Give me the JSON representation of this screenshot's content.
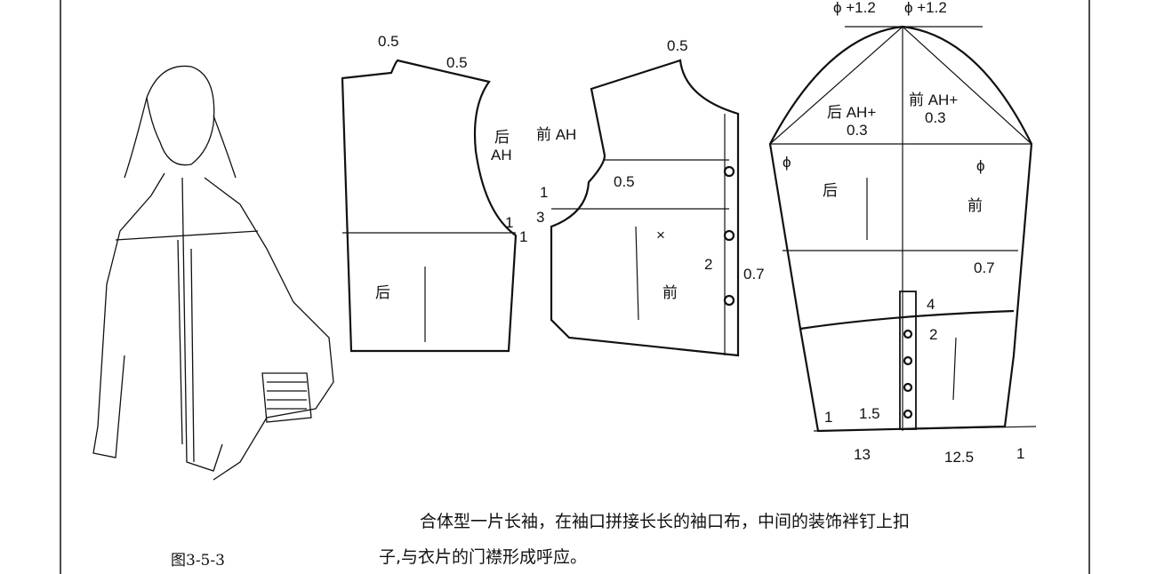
{
  "figure_label": "图3-5-3",
  "caption": {
    "line1": "合体型一片长袖，在袖口拼接长长的袖口布，中间的装饰袢钉上扣",
    "line2": "子,与衣片的门襟形成呼应。"
  },
  "back_bodice": {
    "labels": [
      "0.5",
      "0.5",
      "后",
      "AH",
      "1",
      "1",
      "后"
    ]
  },
  "front_bodice": {
    "labels": [
      "0.5",
      "前 AH",
      "0.5",
      "1",
      "3",
      "×",
      "2",
      "前"
    ]
  },
  "sleeve": {
    "labels": [
      "ϕ +1.2",
      "ϕ +1.2",
      "后 AH+",
      "0.3",
      "前 AH+",
      "0.3",
      "ϕ",
      "ϕ",
      "后",
      "前",
      "0.7",
      "0.7",
      "4",
      "2",
      "1.5",
      "1",
      "13",
      "12.5",
      "1"
    ]
  }
}
